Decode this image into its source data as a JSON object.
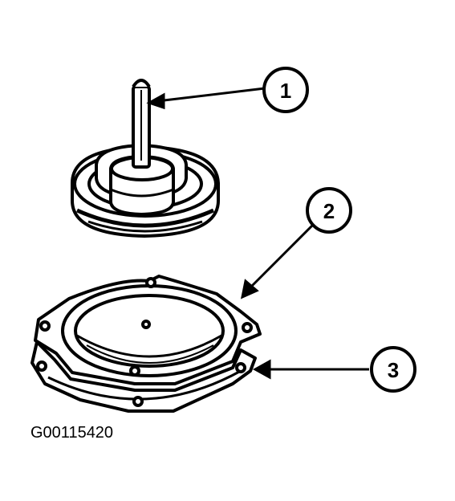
{
  "callouts": [
    {
      "number": "1"
    },
    {
      "number": "2"
    },
    {
      "number": "3"
    }
  ],
  "figure_id": "G00115420",
  "colors": {
    "ink": "#000000",
    "paper": "#ffffff"
  }
}
